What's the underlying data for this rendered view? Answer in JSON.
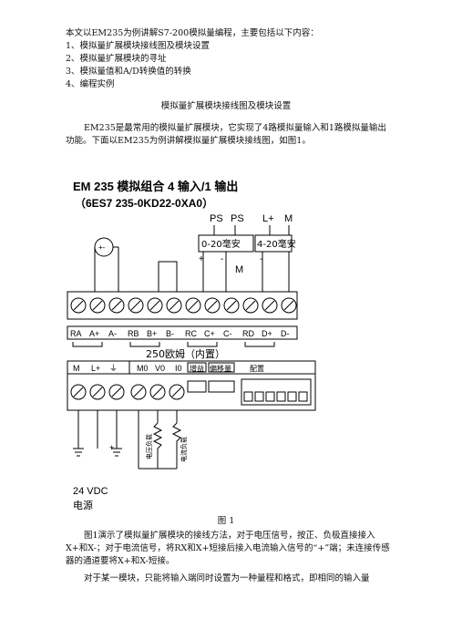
{
  "intro": {
    "line": "本文以EM235为例讲解S7-200模拟量编程，主要包括以下内容：",
    "items": [
      "1、模拟量扩展模块接线图及模块设置",
      "2、模拟量扩展模块的寻址",
      "3、模拟量值和A/D转换值的转换",
      "4、编程实例"
    ]
  },
  "section_title": "模拟量扩展模块接线图及模块设置",
  "para1": "EM235是最常用的模拟量扩展模块，它实现了4路模拟量输入和1路模拟量输出功能。下面以EM235为例讲解模拟量扩展模块接线图，如图1。",
  "figure": {
    "title": "EM  235 模拟组合 4 输入/1 输出",
    "part_no": "（6ES7 235-0KD22-0XA0）",
    "top_labels": [
      "PS",
      "PS",
      "L+",
      "M"
    ],
    "box1": "0-20毫安",
    "box2": "4-20毫安",
    "plus": "+",
    "minus": "-",
    "m_label": "M",
    "terminals_top": [
      "RA",
      "A+",
      "A-",
      "RB",
      "B+",
      "B-",
      "RC",
      "C+",
      "C-",
      "RD",
      "D+",
      "D-"
    ],
    "internal": "250欧姆（内置）",
    "terminals_bottom": [
      "M",
      "L+",
      "M0",
      "V0",
      "I0"
    ],
    "gain": "增益",
    "offset": "偏移量",
    "config": "配置",
    "load_v": "电压负载",
    "load_i": "电流负载",
    "supply": "24 VDC",
    "supply_cn": "电源",
    "caption": "图 1"
  },
  "para2": "图1演示了模拟量扩展模块的接线方法，对于电压信号，按正、负极直接接入X+和X-；对于电流信号，将RX和X+短接后接入电流输入信号的“+”端；未连接传感器的通道要将X+和X-短接。",
  "para3": "对于某一模块，只能将输入端同时设置为一种量程和格式，即相同的输入量"
}
